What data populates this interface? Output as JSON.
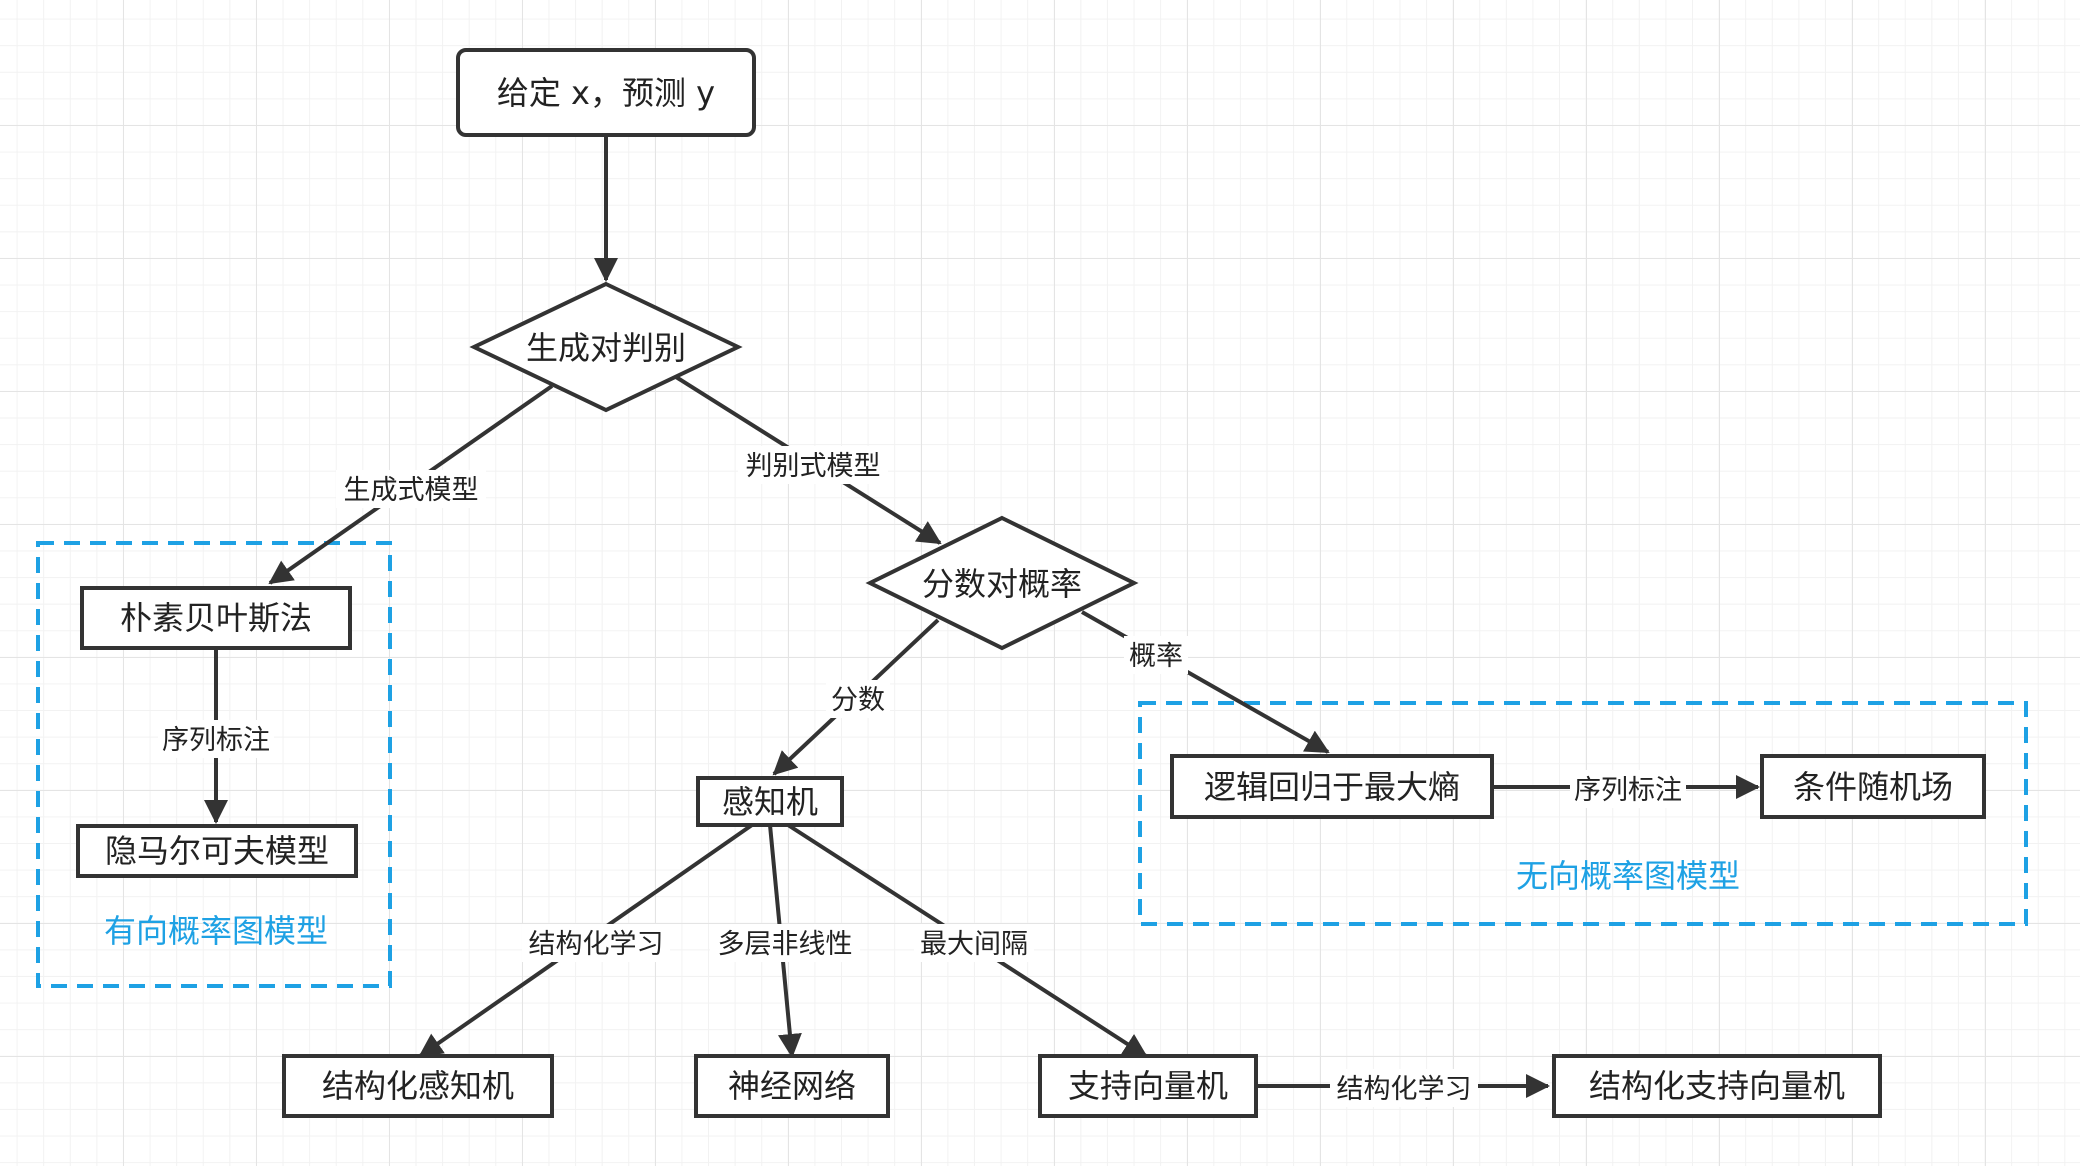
{
  "nodes": {
    "start": "给定 x，预测 y",
    "gen_vs_disc": "生成对判别",
    "naive_bayes": "朴素贝叶斯法",
    "hmm": "隐马尔可夫模型",
    "score_vs_prob": "分数对概率",
    "perceptron": "感知机",
    "logreg_maxent": "逻辑回归于最大熵",
    "crf": "条件随机场",
    "structured_perceptron": "结构化感知机",
    "neural_network": "神经网络",
    "svm": "支持向量机",
    "structured_svm": "结构化支持向量机"
  },
  "edges": {
    "generative_model": "生成式模型",
    "discriminative_model": "判别式模型",
    "sequence_labeling_left": "序列标注",
    "score": "分数",
    "probability": "概率",
    "sequence_labeling_right": "序列标注",
    "structured_learning_left": "结构化学习",
    "multilayer_nonlinear": "多层非线性",
    "max_margin": "最大间隔",
    "structured_learning_right": "结构化学习"
  },
  "groups": {
    "directed": "有向概率图模型",
    "undirected": "无向概率图模型"
  },
  "colors": {
    "stroke": "#333333",
    "group_accent": "#1ea1e4",
    "grid_major": "#e4e4e4",
    "grid_minor": "#f2f2f2"
  }
}
